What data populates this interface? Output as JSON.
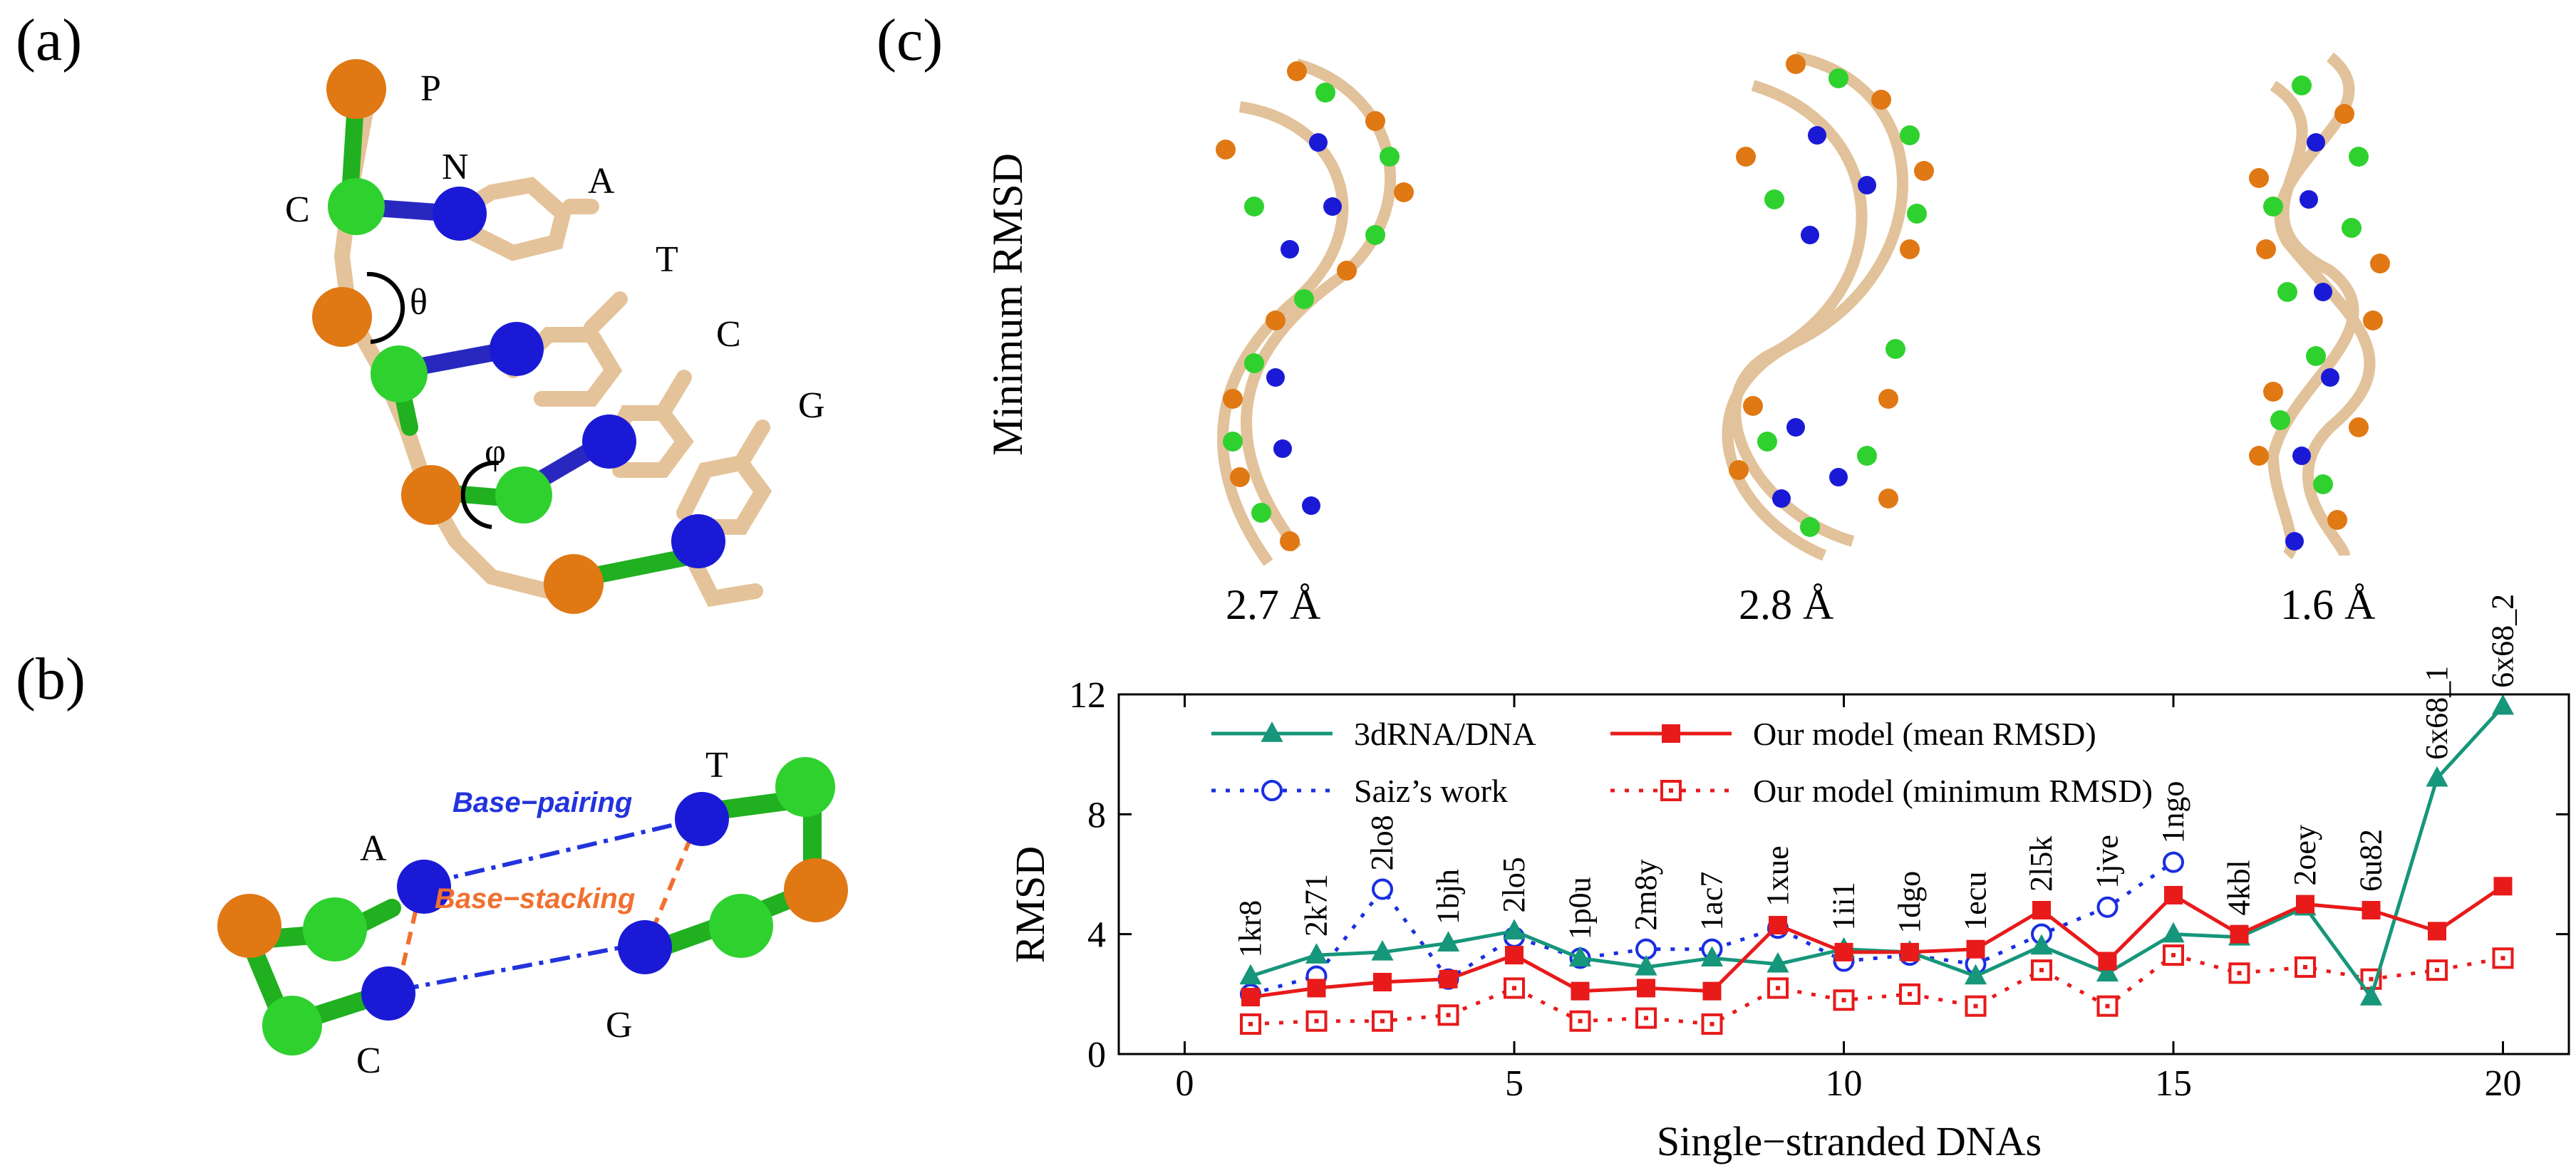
{
  "panels": {
    "a": {
      "label": "(a)",
      "atoms": {
        "p": "P",
        "c": "C",
        "n": "N"
      },
      "bases": [
        "A",
        "T",
        "C",
        "G"
      ],
      "angles": {
        "theta": "θ",
        "phi": "φ"
      }
    },
    "b": {
      "label": "(b)",
      "bases": {
        "top_left": "A",
        "top_right": "T",
        "bottom_left": "C",
        "bottom_right": "G"
      },
      "pairing_label": "Base−pairing",
      "stacking_label": "Base−stacking"
    },
    "c": {
      "label": "(c)",
      "structures_title": "Minimum RMSD",
      "structure_rmsd": [
        "2.7 Å",
        "2.8 Å",
        "1.6 Å"
      ]
    }
  },
  "colors": {
    "phosphate": "#e07814",
    "carbon_bead": "#2fd12f",
    "nitrogen_bead": "#1a1ad6",
    "stick": "#e5c39a",
    "pairing": "#2233dd",
    "stacking": "#f07030",
    "series_3drna": "#16967a",
    "series_mean": "#e81a1a",
    "series_min": "#e81a1a",
    "series_saiz": "#1a2ee0"
  },
  "chart_data": {
    "type": "line",
    "xlabel": "Single−stranded DNAs",
    "ylabel": "RMSD",
    "xlim": [
      -1,
      21
    ],
    "ylim": [
      0,
      12
    ],
    "xticks": [
      0,
      5,
      10,
      15,
      20
    ],
    "yticks": [
      0,
      4,
      8,
      12
    ],
    "grid": false,
    "legend_position": "top",
    "point_labels": [
      "1kr8",
      "2k71",
      "2lo8",
      "1bjh",
      "2lo5",
      "1p0u",
      "2m8y",
      "1ac7",
      "1xue",
      "1ii1",
      "1dgo",
      "1ecu",
      "2l5k",
      "1jve",
      "1ngo",
      "4kbl",
      "2oey",
      "6u82",
      "6x68_1",
      "6x68_2"
    ],
    "series": [
      {
        "name": "3dRNA/DNA",
        "marker": "triangle",
        "x": [
          1,
          2,
          3,
          4,
          5,
          6,
          7,
          8,
          9,
          10,
          11,
          12,
          13,
          14,
          15,
          16,
          17,
          18,
          19,
          20
        ],
        "y": [
          2.6,
          3.3,
          3.4,
          3.7,
          4.1,
          3.2,
          2.9,
          3.2,
          3.0,
          3.5,
          3.4,
          2.6,
          3.6,
          2.7,
          4.0,
          3.9,
          4.9,
          1.9,
          9.2,
          11.6
        ]
      },
      {
        "name": "Our model (mean RMSD)",
        "marker": "square",
        "x": [
          1,
          2,
          3,
          4,
          5,
          6,
          7,
          8,
          9,
          10,
          11,
          12,
          13,
          14,
          15,
          16,
          17,
          18,
          19,
          20
        ],
        "y": [
          1.9,
          2.2,
          2.4,
          2.5,
          3.3,
          2.1,
          2.2,
          2.1,
          4.3,
          3.4,
          3.4,
          3.5,
          4.8,
          3.1,
          5.3,
          4.0,
          5.0,
          4.8,
          4.1,
          5.6
        ]
      },
      {
        "name": "Saiz’s work",
        "marker": "circle-open",
        "x": [
          1,
          2,
          3,
          4,
          5,
          6,
          7,
          8,
          9,
          10,
          11,
          12,
          13,
          14,
          15
        ],
        "y": [
          2.0,
          2.6,
          5.5,
          2.5,
          3.9,
          3.2,
          3.5,
          3.5,
          4.2,
          3.1,
          3.3,
          3.0,
          4.0,
          4.9,
          6.4
        ]
      },
      {
        "name": "Our model (minimum RMSD)",
        "marker": "square-open",
        "x": [
          1,
          2,
          3,
          4,
          5,
          6,
          7,
          8,
          9,
          10,
          11,
          12,
          13,
          14,
          15,
          16,
          17,
          18,
          19,
          20
        ],
        "y": [
          1.0,
          1.1,
          1.1,
          1.3,
          2.2,
          1.1,
          1.2,
          1.0,
          2.2,
          1.8,
          2.0,
          1.6,
          2.8,
          1.6,
          3.3,
          2.7,
          2.9,
          2.5,
          2.8,
          3.2
        ]
      }
    ]
  }
}
